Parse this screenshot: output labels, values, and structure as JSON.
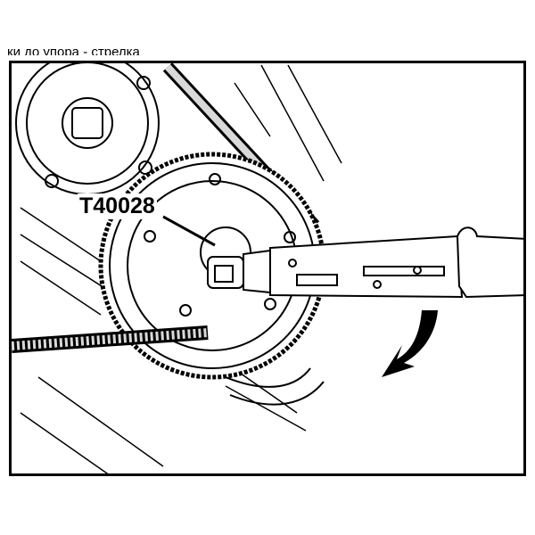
{
  "caption": "ки до упора - стрелка",
  "tool_label": "T40028",
  "colors": {
    "line": "#000000",
    "background": "#ffffff",
    "shade": "#d9d9d9"
  },
  "icons": [
    "curved-arrow-icon",
    "torque-wrench",
    "camshaft-pulley",
    "timing-belt"
  ]
}
